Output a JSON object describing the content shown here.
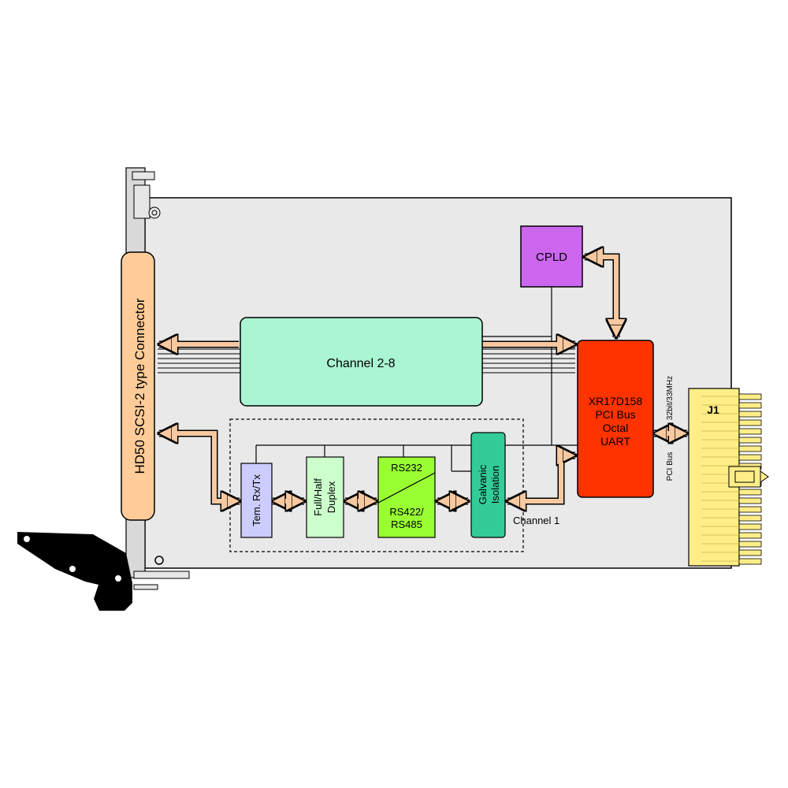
{
  "connector_label": "HD50 SCSI-2 type Connector",
  "blocks": {
    "cpld": "CPLD",
    "channels_2_8": "Channel 2-8",
    "uart": [
      "XR17D158",
      "PCI Bus",
      "Octal",
      "UART"
    ],
    "term": "Tem. Rx/Tx",
    "duplex": [
      "Full/Half",
      "Duplex"
    ],
    "rs232": "RS232",
    "rs422": [
      "RS422/",
      "RS485"
    ],
    "galvanic": [
      "Galvanic",
      "Isolation"
    ]
  },
  "channel1_label": "Channel 1",
  "pci_bus_label": "PCI Bus",
  "pci_speed_label": "32bit/33MHz",
  "j1_label": "J1",
  "colors": {
    "board": "#e9e9e9",
    "connector": "#ffcc99",
    "cpld": "#cc66ee",
    "channels": "#aaf5d2",
    "uart": "#ff3300",
    "term": "#ccccff",
    "duplex": "#ccffcc",
    "rs": "#99ff33",
    "galvanic": "#33cc99",
    "arrow": "#f8c9a0",
    "j1": "#ffee88"
  }
}
